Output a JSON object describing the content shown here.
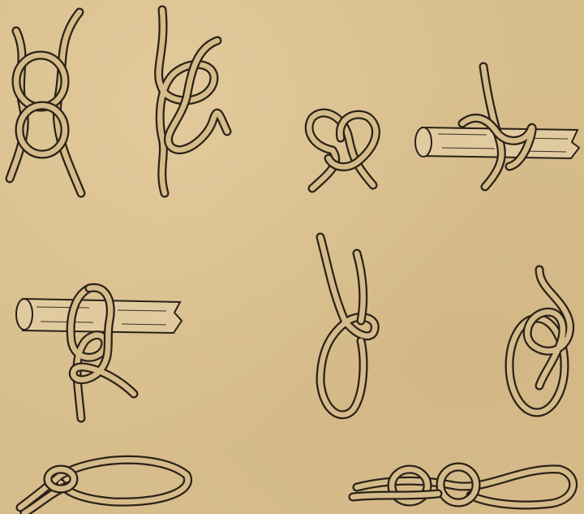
{
  "figure": {
    "colors": {
      "paper": "#d8bd8c",
      "ink": "#2a2218",
      "rope_fill": "#d6bb8a"
    },
    "knots": [
      {
        "id": "figure-eight-interlocked"
      },
      {
        "id": "figure-eight-open"
      },
      {
        "id": "overhand-loop"
      },
      {
        "id": "hitch-on-pole-right"
      },
      {
        "id": "hitch-on-pole-left"
      },
      {
        "id": "bowline-loop"
      },
      {
        "id": "figure-eight-loop"
      },
      {
        "id": "running-loop-bottom-left"
      },
      {
        "id": "sheet-bend-loop-bottom-right"
      }
    ]
  }
}
